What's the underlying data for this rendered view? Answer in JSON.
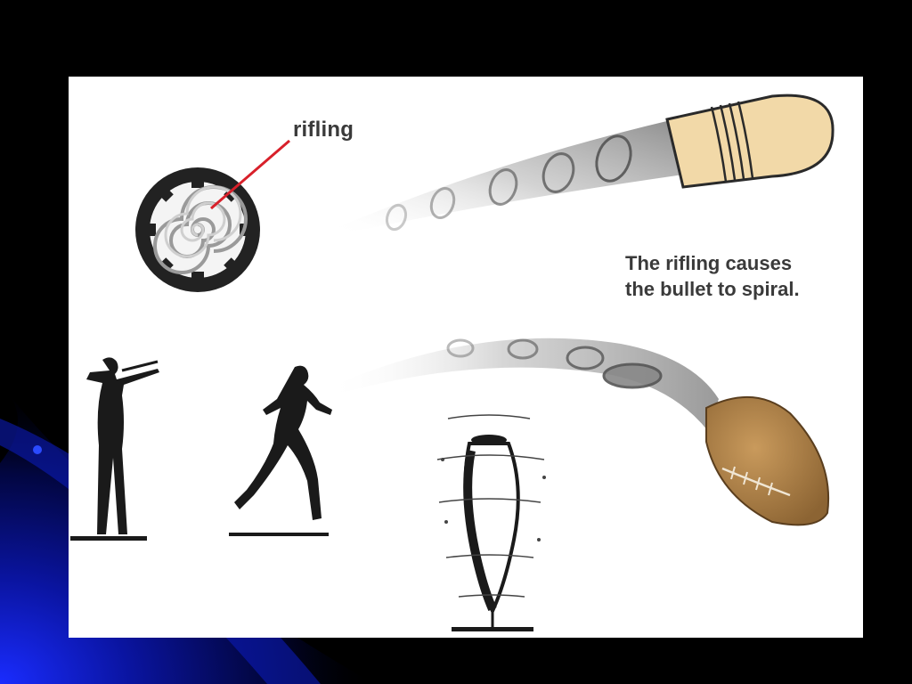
{
  "labels": {
    "rifling": "rifling"
  },
  "caption": {
    "line1": "The rifling causes",
    "line2": "the bullet to spiral."
  },
  "colors": {
    "slide_background": "#000000",
    "accent_blue": "#0a1aa8",
    "panel": "#ffffff",
    "pointer_line": "#d8202a",
    "bullet": "#f2d9a8",
    "football": "#b8864a",
    "text": "#3a3a3a"
  },
  "icons": {
    "barrel": "rifled-barrel-icon",
    "bullet": "spinning-bullet-icon",
    "football": "spinning-football-icon",
    "rifleman": "rifleman-silhouette-icon",
    "thrower": "quarterback-silhouette-icon",
    "top": "spinning-top-icon"
  }
}
